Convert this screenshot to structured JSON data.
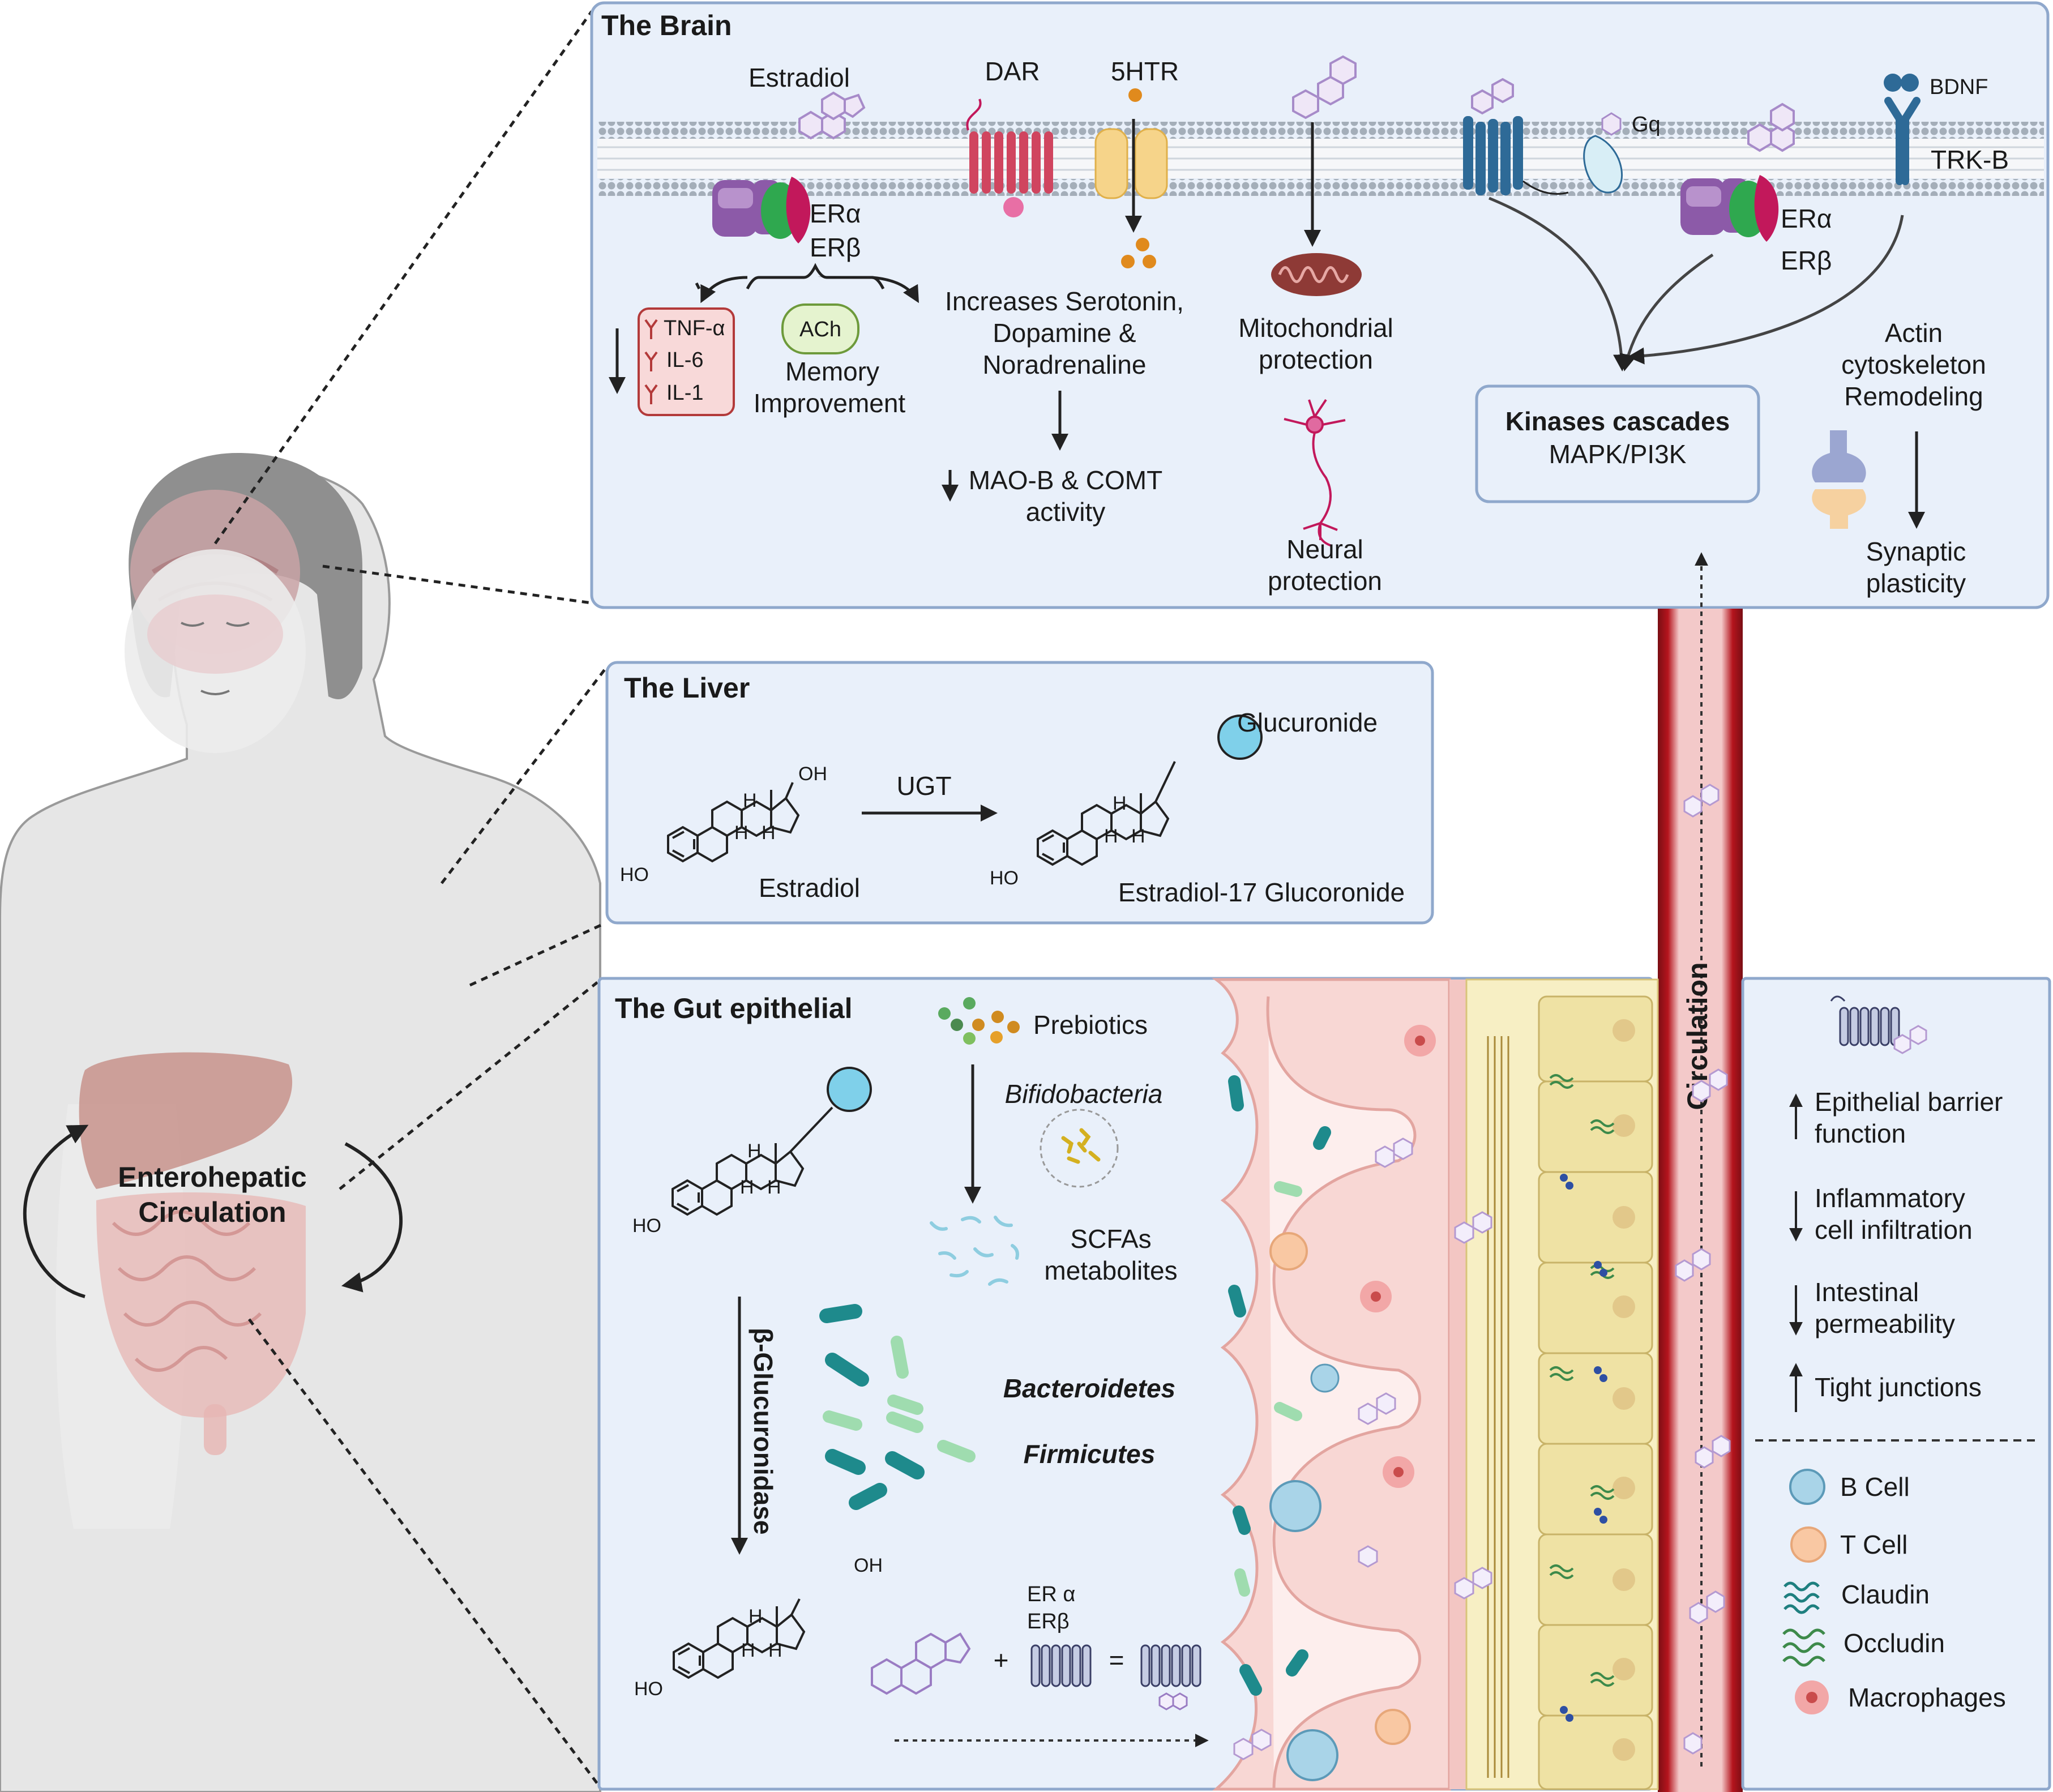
{
  "brain": {
    "title": "The Brain",
    "estradiol": "Estradiol",
    "er_alpha": "ERα",
    "er_beta": "ERβ",
    "tnf": "TNF-α",
    "il6": "IL-6",
    "il1": "IL-1",
    "ach": "ACh",
    "memory_1": "Memory",
    "memory_2": "Improvement",
    "dar": "DAR",
    "htr": "5HTR",
    "increases_1": "Increases Serotonin,",
    "increases_2": "Dopamine &",
    "increases_3": "Noradrenaline",
    "maob_1": "MAO-B & COMT",
    "maob_2": "activity",
    "mito_1": "Mitochondrial",
    "mito_2": "protection",
    "neural_1": "Neural",
    "neural_2": "protection",
    "gq": "Gq",
    "er_alpha_2": "ERα",
    "er_beta_2": "ERβ",
    "bdnf": "BDNF",
    "trkb": "TRK-B",
    "kinases_title": "Kinases cascades",
    "kinases_sub": "MAPK/PI3K",
    "actin_1": "Actin",
    "actin_2": "cytoskeleton",
    "actin_3": "Remodeling",
    "synaptic_1": "Synaptic",
    "synaptic_2": "plasticity"
  },
  "liver": {
    "title": "The Liver",
    "oh": "OH",
    "ho": "HO",
    "h": "H",
    "estradiol": "Estradiol",
    "ugt": "UGT",
    "glucuronide": "Glucuronide",
    "product": "Estradiol-17 Glucoronide"
  },
  "gut": {
    "title": "The Gut epithelial",
    "prebiotics": "Prebiotics",
    "bifido": "Bifidobacteria",
    "scfa_1": "SCFAs",
    "scfa_2": "metabolites",
    "bacteroidetes": "Bacteroidetes",
    "firmicutes": "Firmicutes",
    "glucuronidase": "β-Glucuronidase",
    "ho": "HO",
    "oh": "OH",
    "h": "H",
    "er_a": "ER α",
    "er_b": "ERβ",
    "plus": "+",
    "equals": "="
  },
  "body": {
    "entero_1": "Enterohepatic",
    "entero_2": "Circulation"
  },
  "circulation": {
    "label": "Circulation"
  },
  "effects": {
    "barrier_1": "Epithelial barrier",
    "barrier_2": "function",
    "inflam_1": "Inflammatory",
    "inflam_2": "cell infiltration",
    "perm_1": "Intestinal",
    "perm_2": "permeability",
    "tight": "Tight junctions"
  },
  "legend": {
    "bcell": "B Cell",
    "tcell": "T Cell",
    "claudin": "Claudin",
    "occludin": "Occludin",
    "macrophages": "Macrophages"
  },
  "colors": {
    "panel_fill": "#e9f0fa",
    "panel_stroke": "#8fa8cc",
    "membrane": "#9aa6b2",
    "blood_vessel": "#a3121b",
    "villus": "#f8d7d4",
    "bacteria_dark": "#1e8a8c",
    "bacteria_light": "#9fdcaf",
    "estrogen_purple": "#b499d1"
  }
}
